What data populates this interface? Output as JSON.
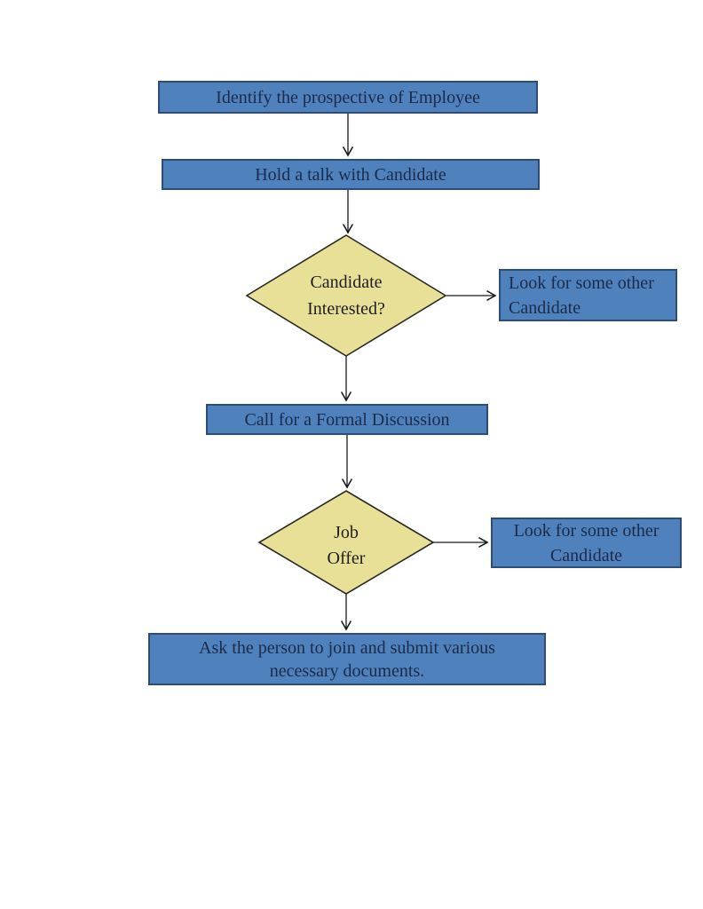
{
  "flowchart": {
    "description": "Employee recruitment process flowchart",
    "colors": {
      "process_fill": "#4f81bd",
      "process_border": "#2d4d76",
      "process_text": "#1b2b4a",
      "decision_fill": "#e9e098",
      "decision_border": "#2a2a24",
      "arrow": "#1a1a1a",
      "page_background": "#ffffff"
    },
    "nodes": {
      "identify": {
        "label": "Identify the prospective of Employee"
      },
      "hold_talk": {
        "label": "Hold a talk with Candidate"
      },
      "candidate_interested": {
        "lines": [
          "Candidate",
          "Interested?"
        ]
      },
      "look_other_1": {
        "lines": [
          "Look for some other",
          "Candidate"
        ]
      },
      "formal_discussion": {
        "label": "Call for a Formal Discussion"
      },
      "job_offer": {
        "lines": [
          "Job",
          "Offer"
        ]
      },
      "look_other_2": {
        "lines": [
          "Look for some other",
          "Candidate"
        ]
      },
      "ask_join": {
        "lines": [
          "Ask the person to join and submit various",
          "necessary documents."
        ]
      }
    }
  }
}
